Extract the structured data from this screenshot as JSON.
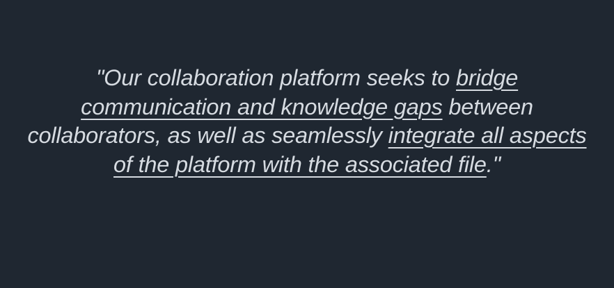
{
  "quote": {
    "segments": [
      {
        "text": "\"Our collaboration platform seeks to ",
        "underline": false
      },
      {
        "text": "bridge communication and knowledge gaps",
        "underline": true
      },
      {
        "text": " between collaborators, as well as seamlessly ",
        "underline": false
      },
      {
        "text": "integrate all aspects of the platform with the associated file",
        "underline": true
      },
      {
        "text": ".\"",
        "underline": false
      }
    ]
  },
  "colors": {
    "background": "#1f2731",
    "text": "#d6dbe1"
  }
}
